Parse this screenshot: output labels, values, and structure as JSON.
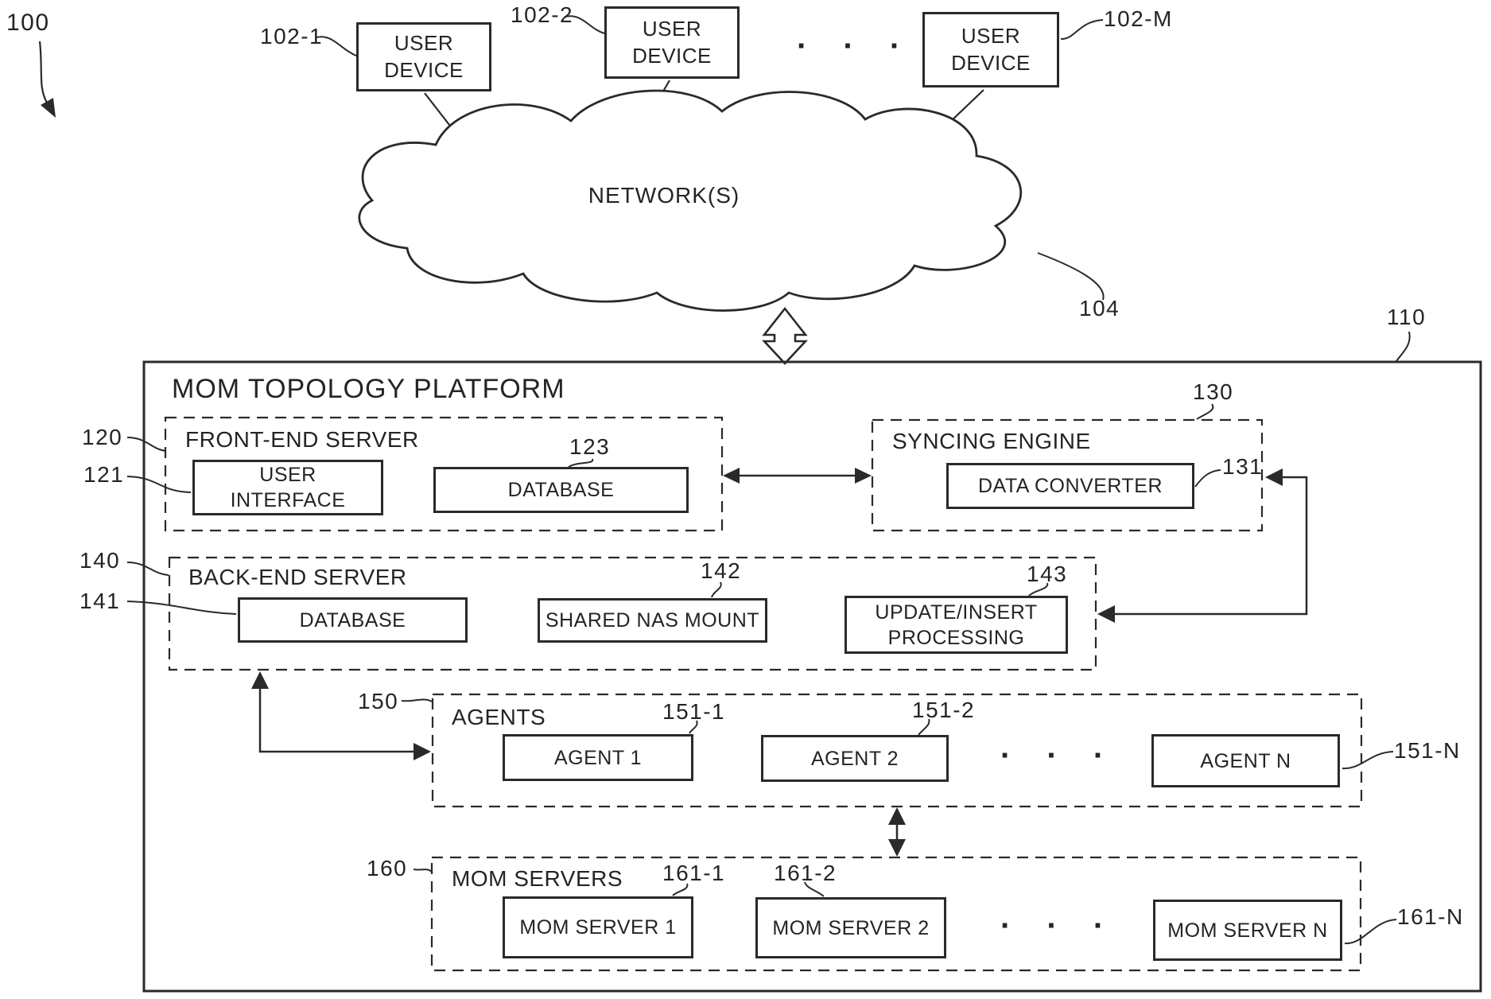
{
  "figure_ref": "100",
  "top": {
    "devices": [
      {
        "label": "USER DEVICE",
        "ref": "102-1"
      },
      {
        "label": "USER DEVICE",
        "ref": "102-2"
      },
      {
        "label": "USER DEVICE",
        "ref": "102-M"
      }
    ],
    "ellipsis": "· · ·",
    "network": {
      "label": "NETWORK(S)",
      "ref": "104"
    }
  },
  "platform": {
    "title": "MOM TOPOLOGY PLATFORM",
    "ref": "110",
    "front_end": {
      "title": "FRONT-END SERVER",
      "ref": "120",
      "user_interface": {
        "label": "USER INTERFACE",
        "ref": "121"
      },
      "database": {
        "label": "DATABASE",
        "ref": "123"
      }
    },
    "syncing_engine": {
      "title": "SYNCING ENGINE",
      "ref": "130",
      "data_converter": {
        "label": "DATA CONVERTER",
        "ref": "131"
      }
    },
    "back_end": {
      "title": "BACK-END SERVER",
      "ref": "140",
      "database": {
        "label": "DATABASE",
        "ref": "141"
      },
      "shared_nas": {
        "label": "SHARED NAS MOUNT",
        "ref": "142"
      },
      "update_insert": {
        "label": "UPDATE/INSERT PROCESSING",
        "ref": "143"
      }
    },
    "agents": {
      "title": "AGENTS",
      "ref": "150",
      "ellipsis": "· · ·",
      "items": [
        {
          "label": "AGENT 1",
          "ref": "151-1"
        },
        {
          "label": "AGENT 2",
          "ref": "151-2"
        },
        {
          "label": "AGENT N",
          "ref": "151-N"
        }
      ]
    },
    "mom_servers": {
      "title": "MOM SERVERS",
      "ref": "160",
      "ellipsis": "· · ·",
      "items": [
        {
          "label": "MOM SERVER 1",
          "ref": "161-1"
        },
        {
          "label": "MOM SERVER 2",
          "ref": "161-2"
        },
        {
          "label": "MOM SERVER N",
          "ref": "161-N"
        }
      ]
    }
  },
  "colors": {
    "ink": "#242424",
    "background": "#ffffff"
  }
}
